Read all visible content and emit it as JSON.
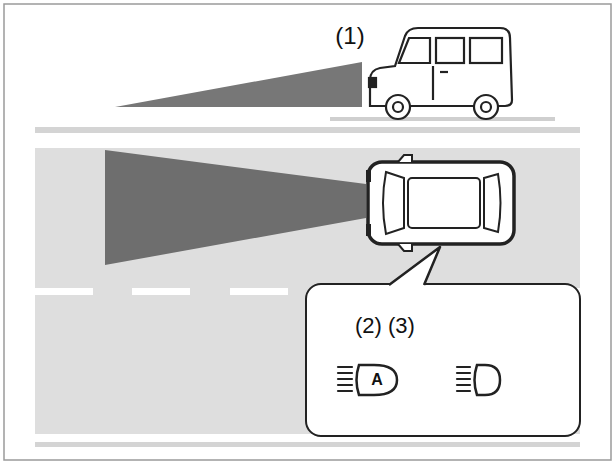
{
  "diagram": {
    "nodes": [
      {
        "text": [
          "(2) (3)"
        ]
      }
    ],
    "labels": [
      "(1)",
      "A"
    ]
  }
}
